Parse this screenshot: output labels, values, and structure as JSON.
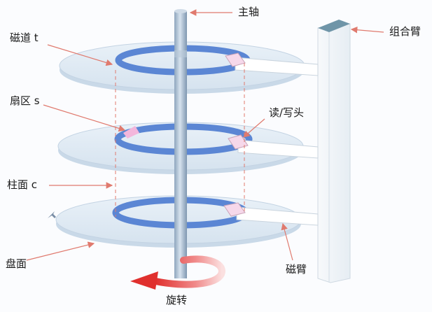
{
  "labels": {
    "spindle": "主轴",
    "combined_arm": "组合臂",
    "track": "磁道 t",
    "sector": "扇区 s",
    "head": "读/写头",
    "cylinder": "柱面 c",
    "platter": "盘面",
    "arm": "磁臂",
    "rotation": "旋转"
  },
  "colors": {
    "platter_fill": "#dde9f3",
    "platter_edge": "#c6d6e6",
    "track_ring": "#5b86d4",
    "sector_highlight": "#f3b6dc",
    "spindle": "#9eb3c8",
    "arm_fill": "#ffffff",
    "combined_arm_top": "#6f95a8",
    "rotation_arrow": "#e23b3b",
    "leader_line": "#e07a6e"
  }
}
